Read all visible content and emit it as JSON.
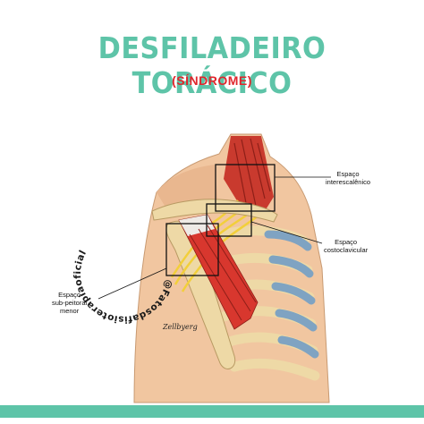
{
  "title": "DESFILADEIRO TORÁCICO",
  "subtitle": "(SÍNDROME)",
  "watermark": "@Fatosdafisioterapiaoficial",
  "signature": "Zellbyerg",
  "labels": {
    "interescalenico": [
      "Espaço",
      "interescalênico"
    ],
    "costoclavicular": [
      "Espaço",
      "costoclavicular"
    ],
    "subpeitoral": [
      "Espaço",
      "sub-peitoral",
      "menor"
    ]
  },
  "colors": {
    "title": "#5ec4a8",
    "subtitle": "#e0262c",
    "band": "#5ec4a8",
    "skin": "#f1c6a0",
    "muscle": "#d8372e",
    "bone": "#eed9a6",
    "nerve": "#f2cf3a",
    "cartilage": "#7fa3c2"
  }
}
